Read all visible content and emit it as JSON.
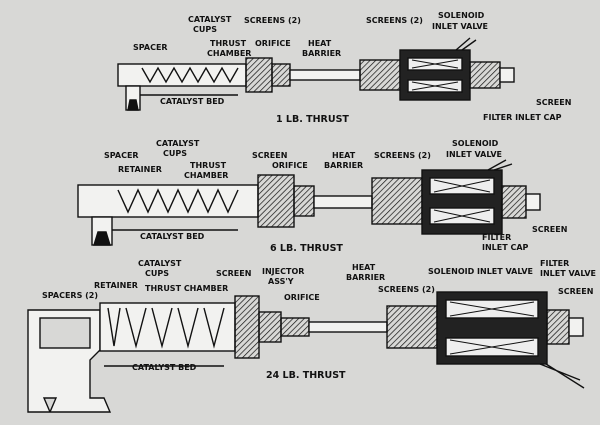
{
  "diagrams": [
    {
      "caption": "1 LB. THRUST",
      "labels": {
        "spacer": "SPACER",
        "catalyst_cups": [
          "CATALYST",
          "CUPS"
        ],
        "thrust_chamber": [
          "THRUST",
          "CHAMBER"
        ],
        "screens1": "SCREENS (2)",
        "orifice": "ORIFICE",
        "heat_barrier": [
          "HEAT",
          "BARRIER"
        ],
        "screens2": "SCREENS (2)",
        "solenoid": [
          "SOLENOID",
          "INLET VALVE"
        ],
        "catalyst_bed": "CATALYST BED",
        "screen": "SCREEN",
        "filter_inlet_cap": "FILTER INLET CAP"
      }
    },
    {
      "caption": "6 LB. THRUST",
      "labels": {
        "spacer": "SPACER",
        "retainer": "RETAINER",
        "catalyst_cups": [
          "CATALYST",
          "CUPS"
        ],
        "thrust_chamber": [
          "THRUST",
          "CHAMBER"
        ],
        "screen_top": "SCREEN",
        "orifice": "ORIFICE",
        "heat_barrier": [
          "HEAT",
          "BARRIER"
        ],
        "screens": "SCREENS (2)",
        "solenoid": [
          "SOLENOID",
          "INLET VALVE"
        ],
        "catalyst_bed": "CATALYST BED",
        "screen": "SCREEN",
        "filter_inlet_cap": [
          "FILTER",
          "INLET CAP"
        ]
      }
    },
    {
      "caption": "24 LB. THRUST",
      "labels": {
        "spacers": "SPACERS (2)",
        "retainer": "RETAINER",
        "catalyst_cups": [
          "CATALYST",
          "CUPS"
        ],
        "thrust_chamber": "THRUST CHAMBER",
        "screen_top": "SCREEN",
        "injector": [
          "INJECTOR",
          "ASS'Y"
        ],
        "orifice": "ORIFICE",
        "heat_barrier": [
          "HEAT",
          "BARRIER"
        ],
        "screens": "SCREENS (2)",
        "solenoid": "SOLENOID INLET VALVE",
        "filter_inlet_valve": [
          "FILTER",
          "INLET VALVE"
        ],
        "screen": "SCREEN",
        "catalyst_bed": "CATALYST BED"
      }
    }
  ]
}
